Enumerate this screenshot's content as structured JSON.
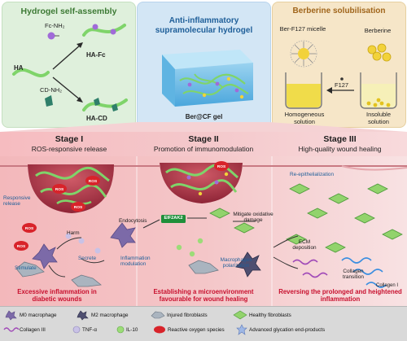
{
  "panels": {
    "assembly": {
      "title": "Hydrogel self-assembly",
      "ha": "HA",
      "fc_nh2": "Fc-NH₂",
      "cd_nh2": "CD-NH₂",
      "ha_fc": "HA-Fc",
      "ha_cd": "HA-CD"
    },
    "hydrogel": {
      "title": "Anti-inflammatory supramolecular hydrogel",
      "gel_label": "Ber@CF gel"
    },
    "solubilisation": {
      "title": "Berberine solubilisation",
      "micelle": "Ber-F127 micelle",
      "berberine": "Berberine",
      "f127": "F127",
      "homogeneous": "Homogeneous solution",
      "insoluble": "Insoluble solution"
    }
  },
  "stages": [
    {
      "title": "Stage I",
      "subtitle": "ROS-responsive release",
      "caption": "Excessive inflammation in diabetic wounds"
    },
    {
      "title": "Stage II",
      "subtitle": "Promotion of immunomodulation",
      "caption": "Establishing a microenvironment favourable for wound healing"
    },
    {
      "title": "Stage III",
      "subtitle": "High-quality wound healing",
      "caption": "Reversing the prolonged and heightened inflammation"
    }
  ],
  "labels": {
    "ros": "ROS",
    "responsive_release": "Responsive release",
    "harm": "Harm",
    "stimulate": "Stimulate",
    "secrete": "Secrete",
    "endocytosis": "Endocytosis",
    "eif2ak2": "EIF2AK2",
    "inflammation_modulation": "Inflammation modulation",
    "mitigate": "Mitigate oxidative damage",
    "macrophages_polarization": "Macrophages polarization",
    "re_epithelialization": "Re-epithelialization",
    "ecm": "ECM deposition",
    "collagen_transition": "Collagen transition",
    "collagen_i": "Collagen I"
  },
  "legend": [
    {
      "name": "M0 macrophage",
      "icon": "m0-macrophage-icon"
    },
    {
      "name": "M2 macrophage",
      "icon": "m2-macrophage-icon"
    },
    {
      "name": "Injured fibroblasts",
      "icon": "injured-fibroblast-icon"
    },
    {
      "name": "Healthy fibroblasts",
      "icon": "healthy-fibroblast-icon"
    },
    {
      "name": "Collagen III",
      "icon": "collagen-iii-icon"
    },
    {
      "name": "TNF-α",
      "icon": "tnf-alpha-icon"
    },
    {
      "name": "IL-10",
      "icon": "il-10-icon"
    },
    {
      "name": "Reactive oxygen species",
      "icon": "ros-icon"
    },
    {
      "name": "Advanced glycation end-products",
      "icon": "age-icon"
    }
  ],
  "colors": {
    "assembly_bg": "#dff0dc",
    "hydrogel_bg": "#d3e6f5",
    "solubilisation_bg": "#f6e6c8",
    "skin_pink": "#f2c2c4",
    "wound_red": "#b83a4a",
    "caption_red": "#c8102e",
    "polymer_green": "#7fd46a",
    "ros_red": "#d8232a"
  }
}
